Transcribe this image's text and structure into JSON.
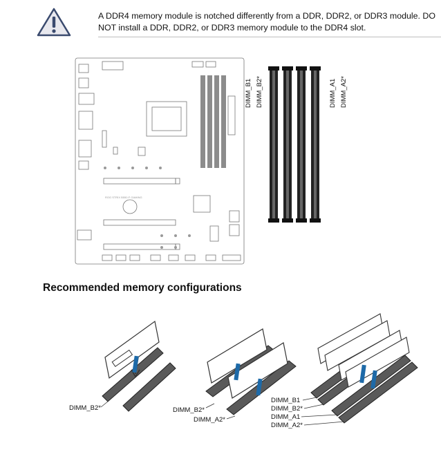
{
  "note": {
    "icon": "warning-triangle-icon",
    "line1": "A DDR4 memory module is notched differently from a DDR, DDR2, or DDR3 module. DO",
    "line2": "NOT install a DDR, DDR2, or DDR3 memory module to the DDR4 slot."
  },
  "motherboard": {
    "silkscreen": "ROG STRIX B550-F GAMING"
  },
  "slot_labels": {
    "dimm_b1": "DIMM_B1",
    "dimm_b2": "DIMM_B2*",
    "dimm_a1": "DIMM_A1",
    "dimm_a2": "DIMM_A2*"
  },
  "section": {
    "title": "Recommended memory configurations"
  },
  "configs": {
    "one": {
      "labels": [
        "DIMM_B2*"
      ]
    },
    "two": {
      "labels": [
        "DIMM_B2*",
        "DIMM_A2*"
      ]
    },
    "four": {
      "labels": [
        "DIMM_B1",
        "DIMM_B2*",
        "DIMM_A1",
        "DIMM_A2*"
      ]
    }
  }
}
